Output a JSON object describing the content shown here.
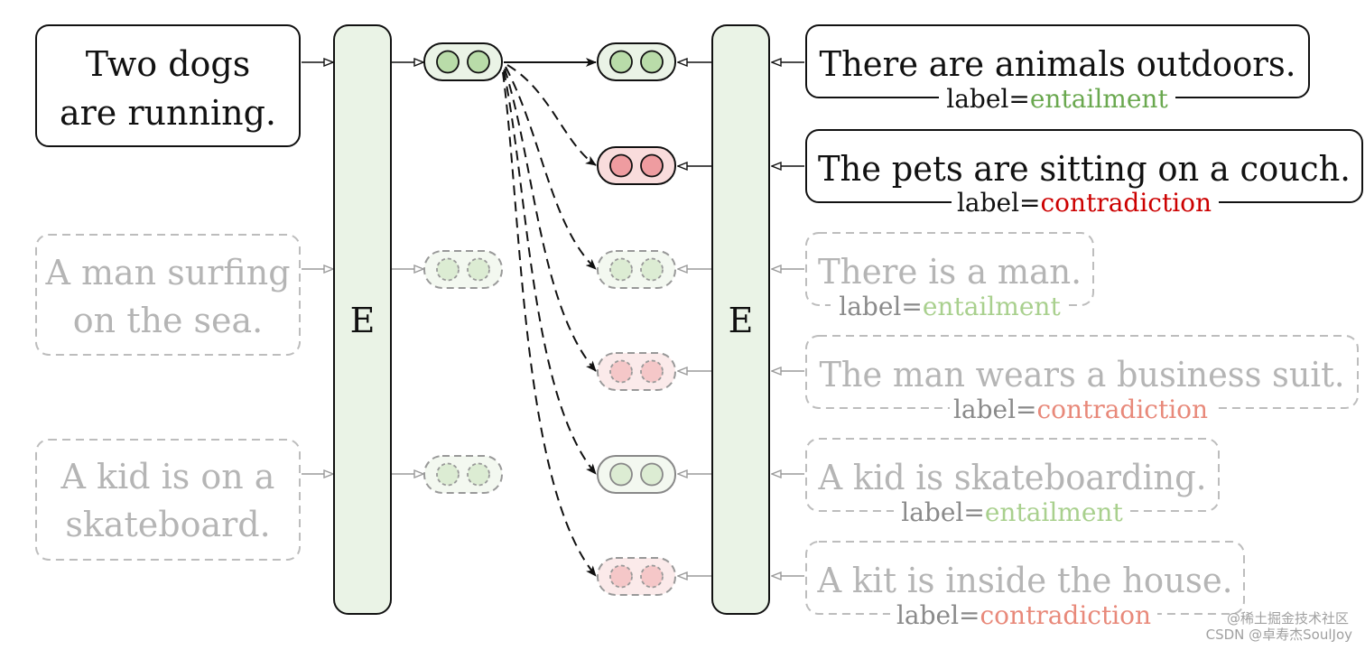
{
  "encoder_left": {
    "label": "E"
  },
  "encoder_right": {
    "label": "E"
  },
  "premises": [
    {
      "lines": [
        "Two dogs",
        "are running."
      ],
      "active": true
    },
    {
      "lines": [
        "A man surfing",
        "on the sea."
      ],
      "active": false
    },
    {
      "lines": [
        "A kid is on a",
        "skateboard."
      ],
      "active": false
    }
  ],
  "hypotheses": [
    {
      "text": "There are animals outdoors.",
      "label_prefix": "label=",
      "label_value": "entailment",
      "kind": "entailment",
      "active": true
    },
    {
      "text": "The pets are sitting on a couch.",
      "label_prefix": "label=",
      "label_value": "contradiction",
      "kind": "contradiction",
      "active": true
    },
    {
      "text": "There is a man.",
      "label_prefix": "label=",
      "label_value": "entailment",
      "kind": "entailment",
      "active": false
    },
    {
      "text": "The man wears a business suit.",
      "label_prefix": "label=",
      "label_value": "contradiction",
      "kind": "contradiction",
      "active": false
    },
    {
      "text": "A kid is skateboarding.",
      "label_prefix": "label=",
      "label_value": "entailment",
      "kind": "entailment",
      "active": false
    },
    {
      "text": "A kit is inside the house.",
      "label_prefix": "label=",
      "label_value": "contradiction",
      "kind": "contradiction",
      "active": false
    }
  ],
  "watermark": {
    "line1": "@稀土掘金技术社区",
    "line2": "CSDN @卓寿杰SoulJoy"
  },
  "colors": {
    "entailment_strong": "#6aa84f",
    "entailment_faded": "#a9d08e",
    "contradiction_strong": "#cc0000",
    "contradiction_faded": "#e8897a",
    "encoder_fill": "#eaf3e6",
    "green_dot": "#b9dca9",
    "red_dot": "#ee9ca0"
  }
}
